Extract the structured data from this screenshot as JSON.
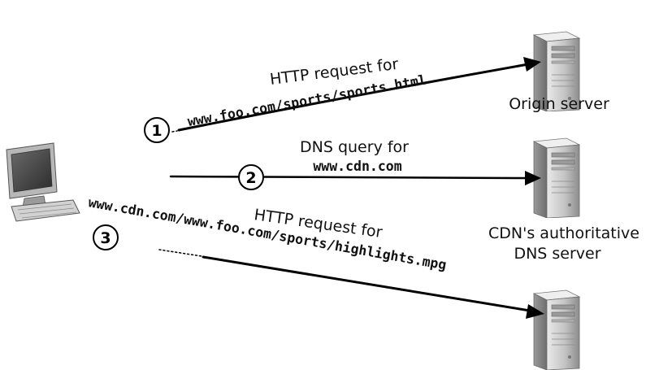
{
  "nodes": {
    "origin_server_label": "Origin server",
    "cdn_dns_label_line1": "CDN's authoritative",
    "cdn_dns_label_line2": "DNS server"
  },
  "steps": [
    {
      "number": "1",
      "title": "HTTP request for",
      "detail": "www.foo.com/sports/sports.html"
    },
    {
      "number": "2",
      "title": "DNS query for",
      "detail": "www.cdn.com"
    },
    {
      "number": "3",
      "title": "HTTP request for",
      "detail": "www.cdn.com/www.foo.com/sports/highlights.mpg"
    }
  ],
  "icons": [
    "desktop-computer-icon",
    "server-tower-icon"
  ]
}
